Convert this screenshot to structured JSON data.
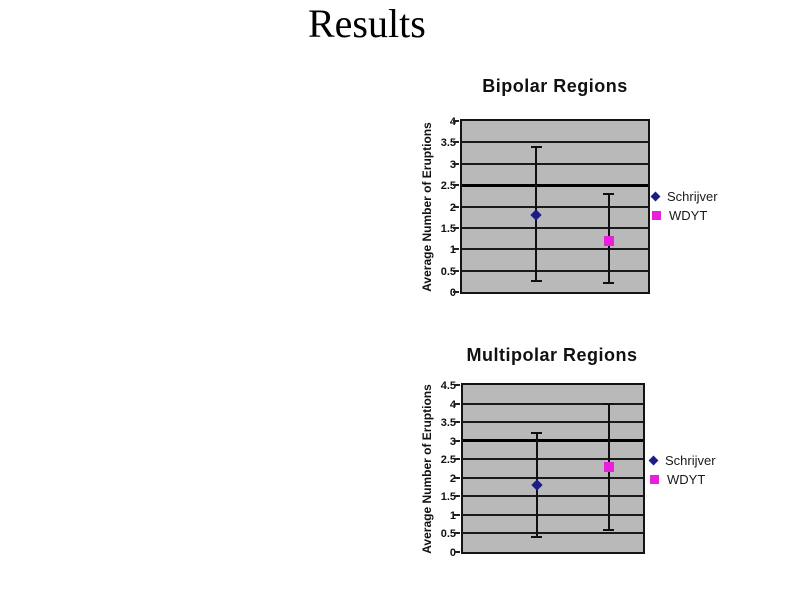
{
  "slide": {
    "title": "Results"
  },
  "colors": {
    "background": "#ffffff",
    "plot_bg": "#b9b9b9",
    "grid": "#1a1a1a",
    "schrijver": "#1c1c87",
    "wdyt": "#ea1fdc"
  },
  "chart_data": [
    {
      "type": "scatter",
      "title": "Bipolar Regions",
      "ylabel": "Average Number of Eruptions",
      "xlabel": "",
      "ylim": [
        0,
        4
      ],
      "ytick_step": 0.5,
      "grid": true,
      "bold_gridline": 2.5,
      "legend_position": "right",
      "series": [
        {
          "name": "Schrijver",
          "marker": "diamond",
          "color": "#1c1c87",
          "x_frac": 0.4,
          "y": 1.8,
          "err_low": 0.25,
          "err_high": 3.4
        },
        {
          "name": "WDYT",
          "marker": "square",
          "color": "#ea1fdc",
          "x_frac": 0.79,
          "y": 1.2,
          "err_low": 0.2,
          "err_high": 2.3
        }
      ]
    },
    {
      "type": "scatter",
      "title": "Multipolar Regions",
      "ylabel": "Average Number of Eruptions",
      "xlabel": "",
      "ylim": [
        0,
        4.5
      ],
      "ytick_step": 0.5,
      "grid": true,
      "bold_gridline": 3,
      "legend_position": "right",
      "series": [
        {
          "name": "Schrijver",
          "marker": "diamond",
          "color": "#1c1c87",
          "x_frac": 0.41,
          "y": 1.8,
          "err_low": 0.4,
          "err_high": 3.2
        },
        {
          "name": "WDYT",
          "marker": "square",
          "color": "#ea1fdc",
          "x_frac": 0.81,
          "y": 2.3,
          "err_low": 0.58,
          "err_high": 4.0
        }
      ]
    }
  ]
}
